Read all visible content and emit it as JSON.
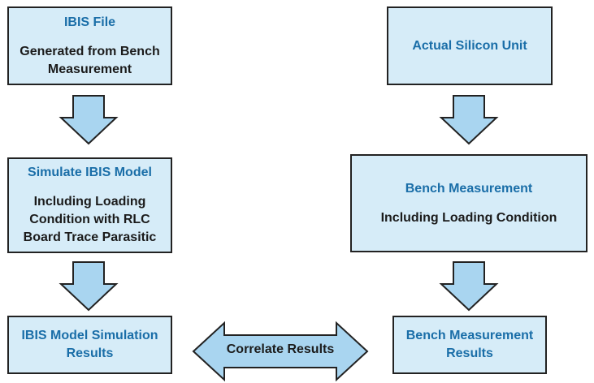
{
  "boxes": {
    "ibis_file": {
      "title": "IBIS File",
      "body_line1": "Generated from Bench",
      "body_line2": "Measurement"
    },
    "actual_silicon": {
      "title": "Actual Silicon Unit"
    },
    "simulate_ibis": {
      "title": "Simulate IBIS Model",
      "body_line1": "Including Loading",
      "body_line2": "Condition with RLC",
      "body_line3": "Board Trace Parasitic"
    },
    "bench_measurement": {
      "title": "Bench Measurement",
      "body_line1": "Including Loading Condition"
    },
    "ibis_results": {
      "title_line1": "IBIS Model Simulation",
      "title_line2": "Results"
    },
    "bench_results": {
      "title_line1": "Bench Measurement",
      "title_line2": "Results"
    }
  },
  "correlate": {
    "label": "Correlate Results"
  },
  "colors": {
    "box_fill": "#d6ecf8",
    "arrow_fill": "#a9d5f0",
    "title_text": "#1a6ea8",
    "body_text": "#1b1b1b",
    "border": "#222222"
  }
}
